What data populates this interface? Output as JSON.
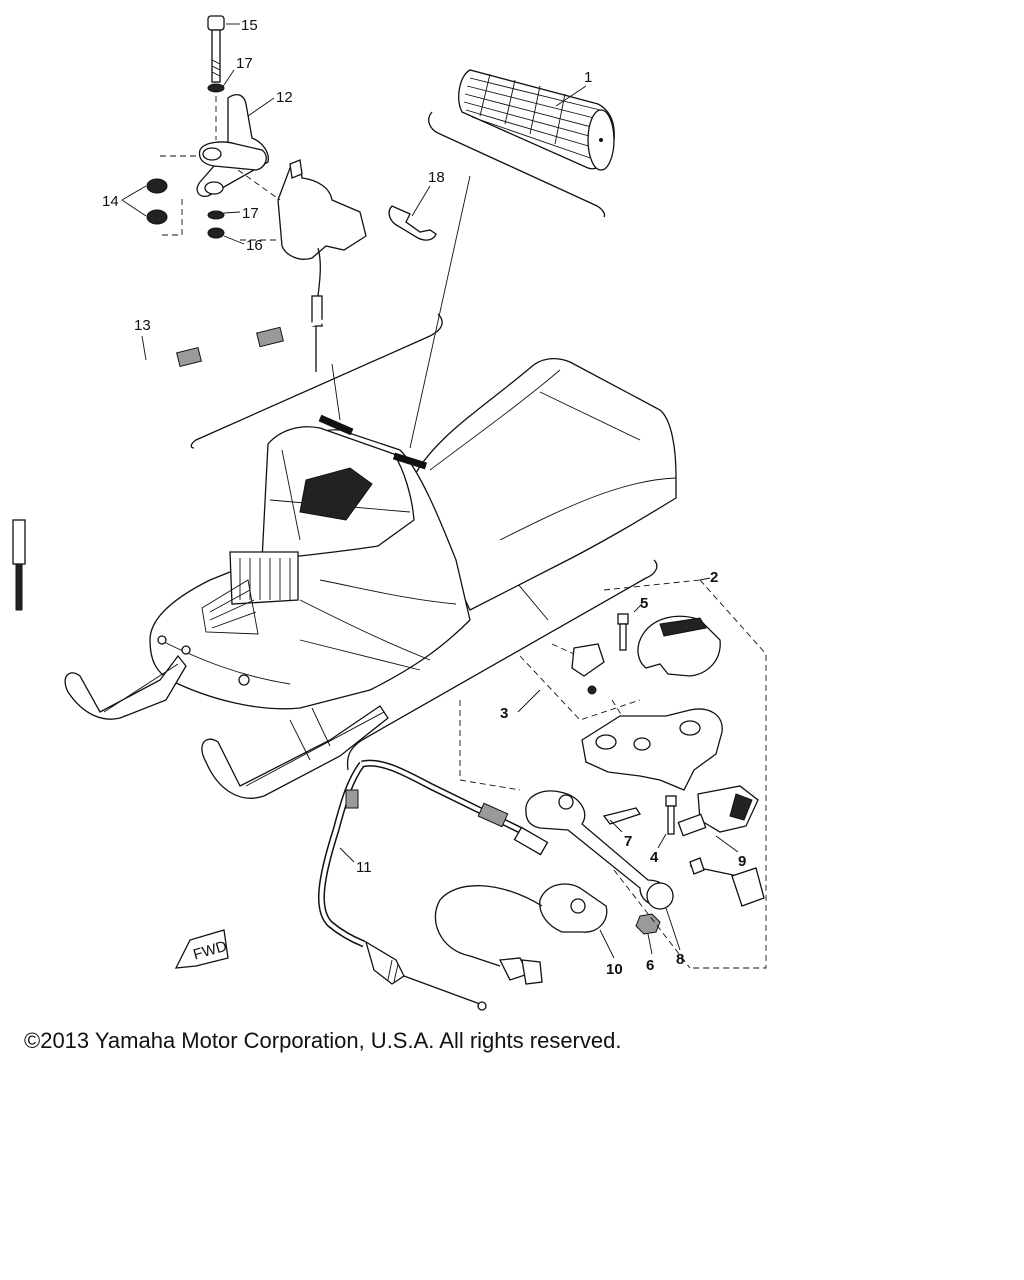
{
  "callouts": [
    {
      "id": "c1",
      "text": "1"
    },
    {
      "id": "c2",
      "text": "2"
    },
    {
      "id": "c3",
      "text": "3"
    },
    {
      "id": "c4",
      "text": "4"
    },
    {
      "id": "c5",
      "text": "5"
    },
    {
      "id": "c6",
      "text": "6"
    },
    {
      "id": "c7",
      "text": "7"
    },
    {
      "id": "c8",
      "text": "8"
    },
    {
      "id": "c9",
      "text": "9"
    },
    {
      "id": "c10",
      "text": "10"
    },
    {
      "id": "c11",
      "text": "11"
    },
    {
      "id": "c12",
      "text": "12"
    },
    {
      "id": "c13",
      "text": "13"
    },
    {
      "id": "c14",
      "text": "14"
    },
    {
      "id": "c15",
      "text": "15"
    },
    {
      "id": "c16",
      "text": "16"
    },
    {
      "id": "c17a",
      "text": "17"
    },
    {
      "id": "c17b",
      "text": "17"
    },
    {
      "id": "c18",
      "text": "18"
    }
  ],
  "fwd_label": "FWD",
  "copyright": "©2013 Yamaha Motor Corporation, U.S.A. All rights reserved."
}
